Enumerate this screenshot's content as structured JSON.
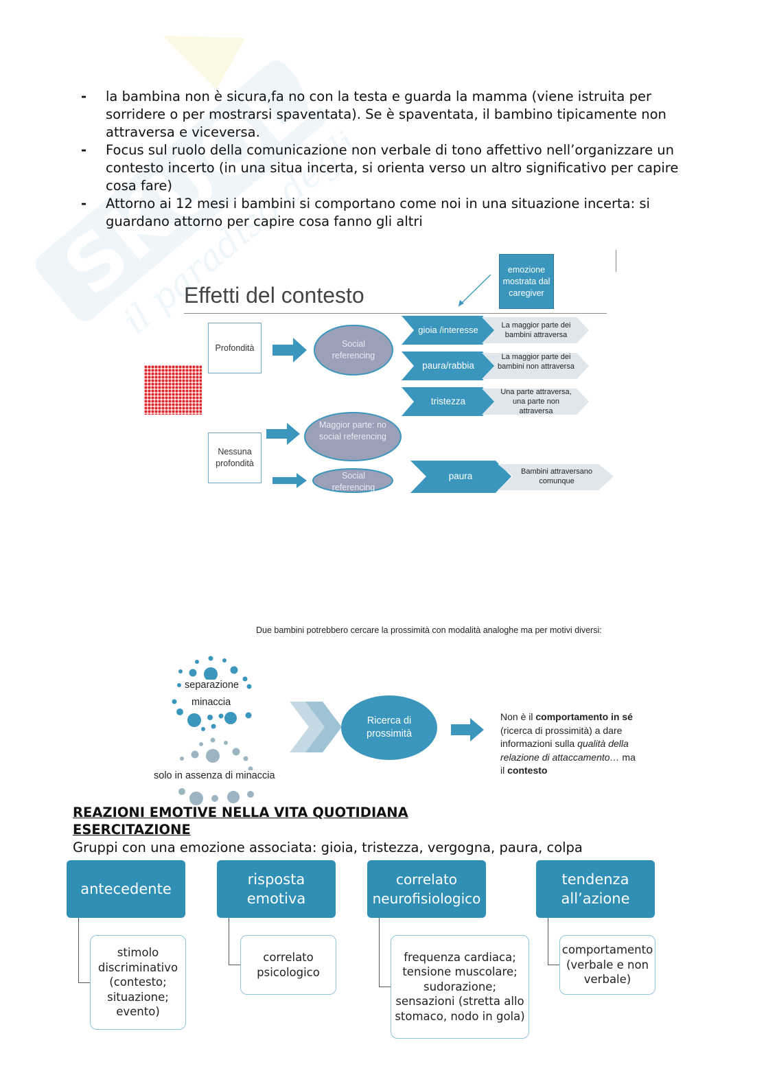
{
  "watermark": {
    "brand": "Skuola.net",
    "tagline": "il paradiso degli studenti"
  },
  "bullets": [
    "la bambina non è sicura,fa no con la testa e guarda la mamma (viene istruita per sorridere o per mostrarsi spaventata). Se è spaventata, il bambino tipicamente non attraversa e viceversa.",
    "Focus sul ruolo della comunicazione non verbale di tono affettivo nell’organizzare un contesto incerto (in una situa incerta, si orienta verso un altro significativo per capire cosa fare)",
    "Attorno ai 12 mesi i bambini si comportano come noi in una situazione incerta: si guardano attorno per capire cosa fanno gli altri"
  ],
  "diagram1": {
    "title": "Effetti del contesto",
    "callout": "emozione mostrata dal caregiver",
    "profondita": "Profondità",
    "nessuna": "Nessuna profondità",
    "social1": "Social referencing",
    "maggior": "Maggior parte: no social referencing",
    "social2": "Social referencing",
    "emotions": [
      "gioia /interesse",
      "paura/rabbia",
      "tristezza",
      "paura"
    ],
    "outcomes": [
      "La maggior parte dei bambini attraversa",
      "La maggior parte dei bambini non attraversa",
      "Una parte attraversa, una parte non attraversa",
      "Bambini attraversano comunque"
    ],
    "colors": {
      "accent": "#3a96bd",
      "oval": "#9aa0b8",
      "chevron_light": "#dfe6ec"
    }
  },
  "diagram2": {
    "caption": "Due bambini potrebbero cercare la prossimità con modalità analoghe ma per motivi diversi:",
    "left1": "separazione",
    "left2": "minaccia",
    "left3": "solo in assenza di minaccia",
    "center": "Ricerca di prossimità",
    "right_a": "Non è il ",
    "right_b": "comportamento in sé",
    "right_c": " (ricerca di prossimità) a dare informazioni sulla ",
    "right_d": "qualità della relazione di attaccamento…",
    "right_e": " ma il ",
    "right_f": "contesto"
  },
  "section": {
    "heading1": "REAZIONI EMOTIVE NELLA VITA QUOTIDIANA",
    "heading2": "ESERCITAZIONE",
    "intro": "Gruppi con una emozione associata: gioia, tristezza, vergogna, paura, colpa"
  },
  "table": [
    {
      "head": "antecedente",
      "sub": "stimolo discriminativo (contesto; situazione; evento)"
    },
    {
      "head": "risposta emotiva",
      "sub": "correlato psicologico"
    },
    {
      "head": "correlato neurofisiologico",
      "sub": "frequenza cardiaca; tensione muscolare; sudorazione; sensazioni (stretta allo stomaco, nodo in gola)"
    },
    {
      "head": "tendenza all’azione",
      "sub": "comportamento (verbale e non verbale)"
    }
  ]
}
